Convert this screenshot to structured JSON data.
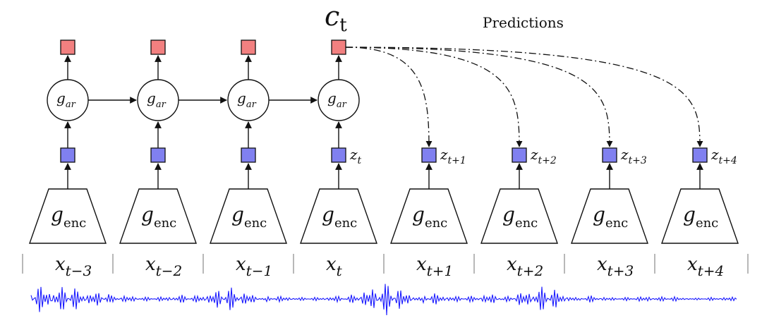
{
  "context_label": {
    "base": "c",
    "sub": "t"
  },
  "predictions_label": "Predictions",
  "ar_label": {
    "base": "g",
    "sub": "ar"
  },
  "enc_label": {
    "base": "g",
    "sub": "enc"
  },
  "timesteps": [
    {
      "x_sub": "t−3",
      "z_sub": "",
      "has_ar": true,
      "predicted": false
    },
    {
      "x_sub": "t−2",
      "z_sub": "",
      "has_ar": true,
      "predicted": false
    },
    {
      "x_sub": "t−1",
      "z_sub": "",
      "has_ar": true,
      "predicted": false
    },
    {
      "x_sub": "t",
      "z_sub": "t",
      "has_ar": true,
      "predicted": false
    },
    {
      "x_sub": "t+1",
      "z_sub": "t+1",
      "has_ar": false,
      "predicted": true
    },
    {
      "x_sub": "t+2",
      "z_sub": "t+2",
      "has_ar": false,
      "predicted": true
    },
    {
      "x_sub": "t+3",
      "z_sub": "t+3",
      "has_ar": false,
      "predicted": true
    },
    {
      "x_sub": "t+4",
      "z_sub": "t+4",
      "has_ar": false,
      "predicted": true
    }
  ],
  "input_label": "x",
  "latent_label": "z",
  "colors": {
    "context_square": "#f28080",
    "latent_square": "#8080f0",
    "waveform": "#1a1aff",
    "stroke": "#111111"
  },
  "waveform_segments": [
    {
      "amplitude": 0.95,
      "envelope": "decay"
    },
    {
      "amplitude": 0.25,
      "envelope": "flat"
    },
    {
      "amplitude": 0.65,
      "envelope": "bump"
    },
    {
      "amplitude": 0.2,
      "envelope": "flat"
    },
    {
      "amplitude": 0.9,
      "envelope": "bump"
    },
    {
      "amplitude": 0.35,
      "envelope": "flat"
    },
    {
      "amplitude": 0.7,
      "envelope": "bump"
    },
    {
      "amplitude": 0.2,
      "envelope": "flat"
    },
    {
      "amplitude": 0.15,
      "envelope": "flat"
    }
  ]
}
